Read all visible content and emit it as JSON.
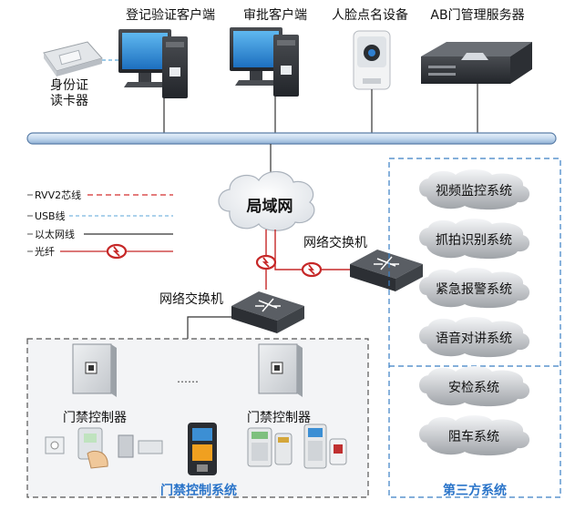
{
  "devices": {
    "card_reader": "身份证\n读卡器",
    "register_client": "登记验证客户端",
    "approval_client": "审批客户端",
    "face_device": "人脸点名设备",
    "ab_server": "AB门管理服务器"
  },
  "network": {
    "lan": "局域网",
    "switch_right": "网络交换机",
    "switch_left": "网络交换机"
  },
  "legend": [
    {
      "label": "RVV2芯线",
      "style": "dashed",
      "color": "#d32f2f"
    },
    {
      "label": "USB线",
      "style": "dashed",
      "color": "#7ab8e0"
    },
    {
      "label": "以太网线",
      "style": "solid",
      "color": "#333333"
    },
    {
      "label": "光纤",
      "style": "solid",
      "color": "#c62828"
    }
  ],
  "third_party": {
    "items": [
      "视频监控系统",
      "抓拍识别系统",
      "紧急报警系统",
      "语音对讲系统",
      "安检系统",
      "阻车系统"
    ],
    "title": "第三方系统"
  },
  "access": {
    "controller_1": "门禁控制器",
    "controller_2": "门禁控制器",
    "ellipsis": "……",
    "title": "门禁控制系统"
  },
  "colors": {
    "accent_blue": "#3a7fc4",
    "title_blue": "#2a74c9",
    "fiber_red": "#c62828"
  }
}
